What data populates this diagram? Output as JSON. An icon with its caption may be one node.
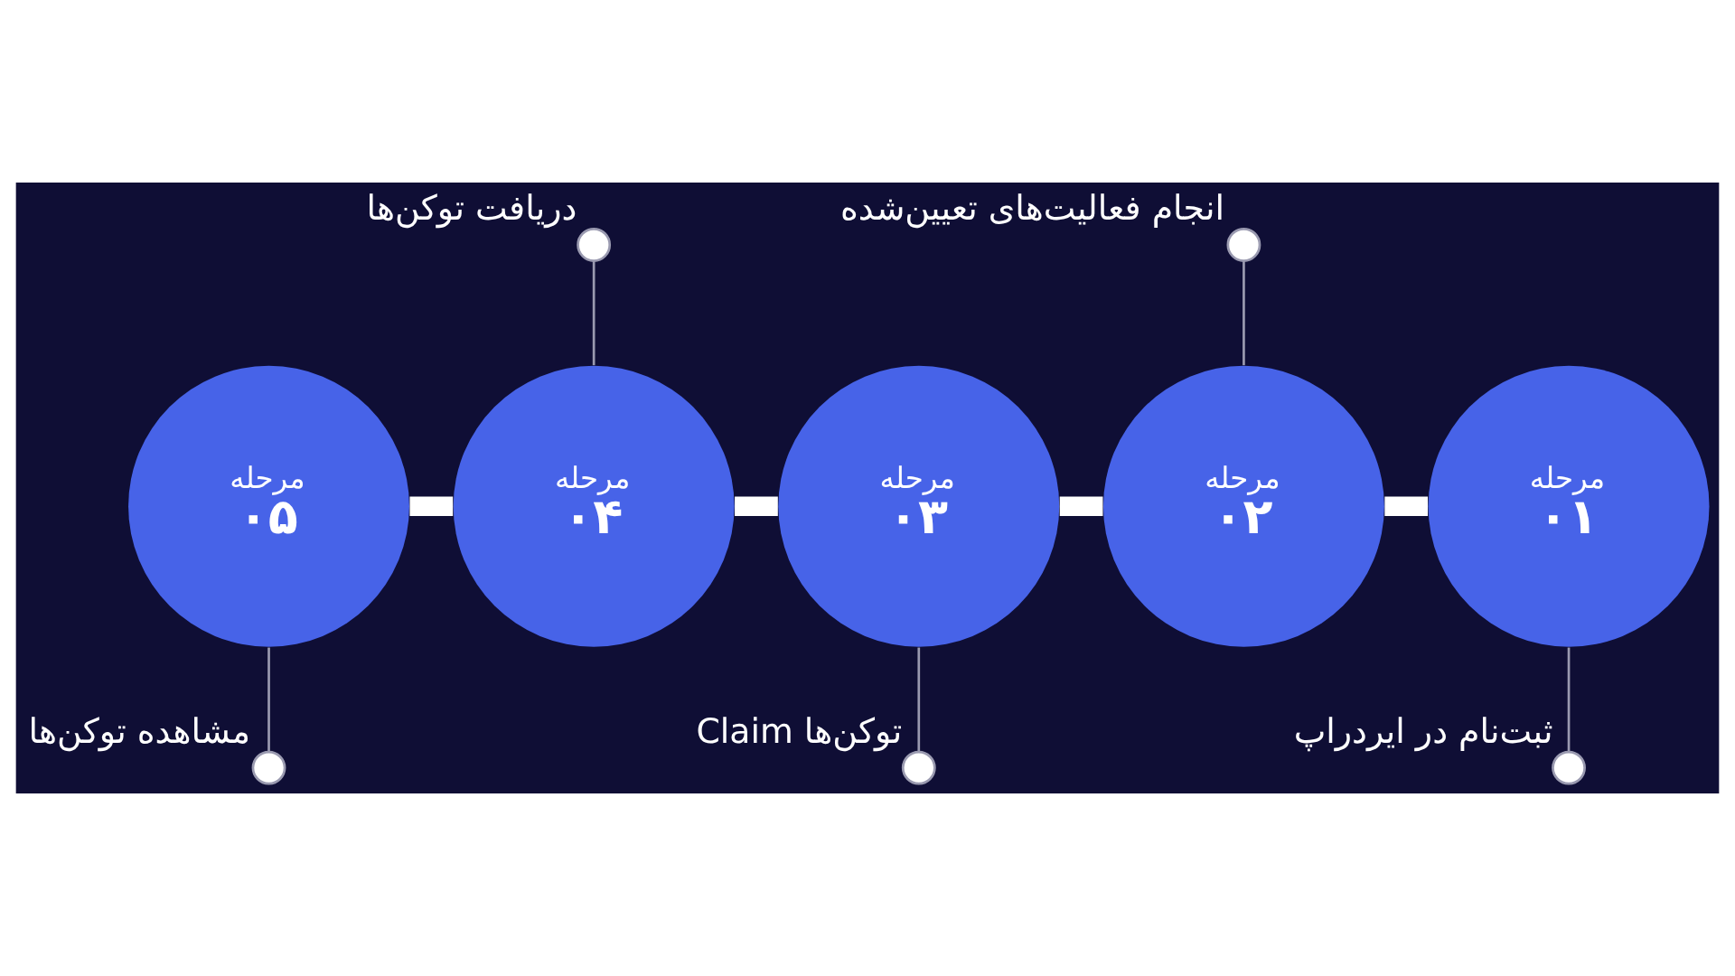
{
  "diagram": {
    "nodes": [
      {
        "text": [
          "مرحله",
          "۰۱"
        ]
      },
      {
        "text": [
          "مرحله",
          "۰۲"
        ]
      },
      {
        "text": [
          "مرحله",
          "۰۳"
        ]
      },
      {
        "text": [
          "مرحله",
          "۰۴"
        ]
      },
      {
        "text": [
          "مرحله",
          "۰۵"
        ]
      },
      {
        "text": [],
        "shape": "circle",
        "beside": [
          "ثبت‌نام در ایردراپ"
        ]
      },
      {
        "text": [],
        "shape": "circle",
        "beside": [
          "انجام فعالیت‌های تعیین‌شده"
        ]
      },
      {
        "text": [],
        "shape": "circle",
        "beside": [
          "Claim توکن‌ها"
        ]
      },
      {
        "text": [],
        "shape": "circle",
        "beside": [
          "دریافت توکن‌ها"
        ]
      },
      {
        "text": [],
        "shape": "circle",
        "beside": [
          "مشاهده توکن‌ها"
        ]
      }
    ],
    "edges": [
      {
        "from": 0,
        "to": 5,
        "arrow": "none"
      },
      {
        "from": 1,
        "to": 6,
        "arrow": "none"
      },
      {
        "from": 2,
        "to": 7,
        "arrow": "none"
      },
      {
        "from": 3,
        "to": 8,
        "arrow": "none"
      },
      {
        "from": 4,
        "to": 9,
        "arrow": "none"
      },
      {
        "from": 0,
        "to": 1,
        "arrow": "none",
        "style": "thick",
        "color": "#ffffff"
      },
      {
        "from": 1,
        "to": 2,
        "arrow": "none",
        "style": "thick",
        "color": "#ffffff"
      },
      {
        "from": 2,
        "to": 3,
        "arrow": "none",
        "style": "thick",
        "color": "#ffffff"
      },
      {
        "from": 3,
        "to": 4,
        "arrow": "none",
        "style": "thick",
        "color": "#ffffff"
      }
    ]
  }
}
